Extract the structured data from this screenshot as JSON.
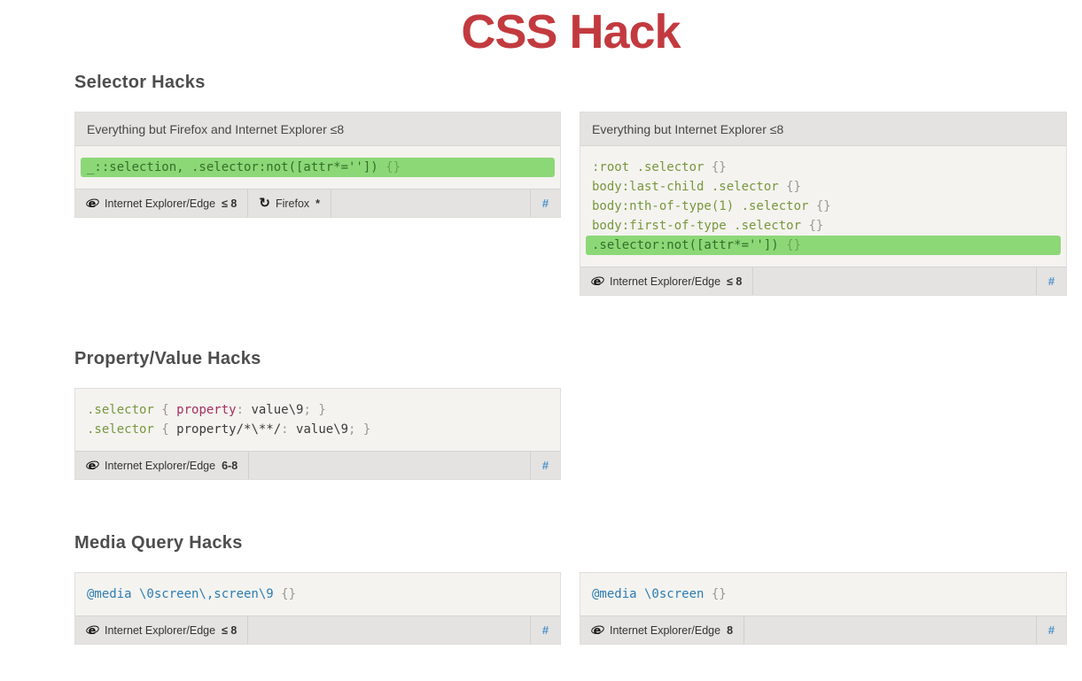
{
  "page": {
    "title": "CSS Hack"
  },
  "colors": {
    "title_red": "#c23a3f",
    "highlight_green": "#8cd877",
    "selector_green": "#78973c",
    "property_crimson": "#a52e5f",
    "media_blue": "#2d7cb3",
    "permalink_blue": "#4a90c9"
  },
  "sections": [
    {
      "heading": "Selector Hacks",
      "cards": [
        {
          "header": "Everything but Firefox and Internet Explorer ≤8",
          "lines": [
            {
              "hl": true,
              "tokens": [
                {
                  "t": "_::selection, .selector:not([attr*='']) ",
                  "c": "hl"
                },
                {
                  "t": "{}",
                  "c": "hlpun"
                }
              ]
            }
          ],
          "browsers": [
            {
              "icon": "ie",
              "name": "Internet Explorer/Edge",
              "version": "≤ 8"
            },
            {
              "icon": "firefox",
              "name": "Firefox",
              "version": "*"
            }
          ],
          "permalink": "#"
        },
        {
          "header": "Everything but Internet Explorer ≤8",
          "lines": [
            {
              "tokens": [
                {
                  "t": ":root .selector ",
                  "c": "sel"
                },
                {
                  "t": "{}",
                  "c": "pun"
                }
              ]
            },
            {
              "tokens": [
                {
                  "t": "body:last-child .selector ",
                  "c": "sel"
                },
                {
                  "t": "{}",
                  "c": "pun"
                }
              ]
            },
            {
              "tokens": [
                {
                  "t": "body:nth-of-type(1) .selector ",
                  "c": "sel"
                },
                {
                  "t": "{}",
                  "c": "pun"
                }
              ]
            },
            {
              "tokens": [
                {
                  "t": "body:first-of-type .selector ",
                  "c": "sel"
                },
                {
                  "t": "{}",
                  "c": "pun"
                }
              ]
            },
            {
              "hl": true,
              "tokens": [
                {
                  "t": ".selector:not([attr*='']) ",
                  "c": "hl"
                },
                {
                  "t": "{}",
                  "c": "hlpun"
                }
              ]
            }
          ],
          "browsers": [
            {
              "icon": "ie",
              "name": "Internet Explorer/Edge",
              "version": "≤ 8"
            }
          ],
          "permalink": "#"
        }
      ]
    },
    {
      "heading": "Property/Value Hacks",
      "cards": [
        {
          "header": null,
          "lines": [
            {
              "tokens": [
                {
                  "t": ".selector",
                  "c": "sel"
                },
                {
                  "t": " { ",
                  "c": "pun"
                },
                {
                  "t": "property",
                  "c": "prop"
                },
                {
                  "t": ": ",
                  "c": "pun"
                },
                {
                  "t": "value\\9",
                  "c": "val"
                },
                {
                  "t": "; ",
                  "c": "pun"
                },
                {
                  "t": "}",
                  "c": "pun"
                }
              ]
            },
            {
              "tokens": [
                {
                  "t": ".selector",
                  "c": "sel"
                },
                {
                  "t": " { ",
                  "c": "pun"
                },
                {
                  "t": "property/*\\**/",
                  "c": "val"
                },
                {
                  "t": ": ",
                  "c": "pun"
                },
                {
                  "t": "value\\9",
                  "c": "val"
                },
                {
                  "t": "; }",
                  "c": "pun"
                }
              ]
            }
          ],
          "browsers": [
            {
              "icon": "ie",
              "name": "Internet Explorer/Edge",
              "version": "6-8"
            }
          ],
          "permalink": "#"
        }
      ]
    },
    {
      "heading": "Media Query Hacks",
      "cards": [
        {
          "header": null,
          "lines": [
            {
              "tokens": [
                {
                  "t": "@media \\0screen\\,screen\\9 ",
                  "c": "blue"
                },
                {
                  "t": "{}",
                  "c": "pun"
                }
              ]
            }
          ],
          "browsers": [
            {
              "icon": "ie",
              "name": "Internet Explorer/Edge",
              "version": "≤ 8"
            }
          ],
          "permalink": "#"
        },
        {
          "header": null,
          "lines": [
            {
              "tokens": [
                {
                  "t": "@media \\0screen ",
                  "c": "blue"
                },
                {
                  "t": "{}",
                  "c": "pun"
                }
              ]
            }
          ],
          "browsers": [
            {
              "icon": "ie",
              "name": "Internet Explorer/Edge",
              "version": "8"
            }
          ],
          "permalink": "#"
        }
      ]
    }
  ]
}
